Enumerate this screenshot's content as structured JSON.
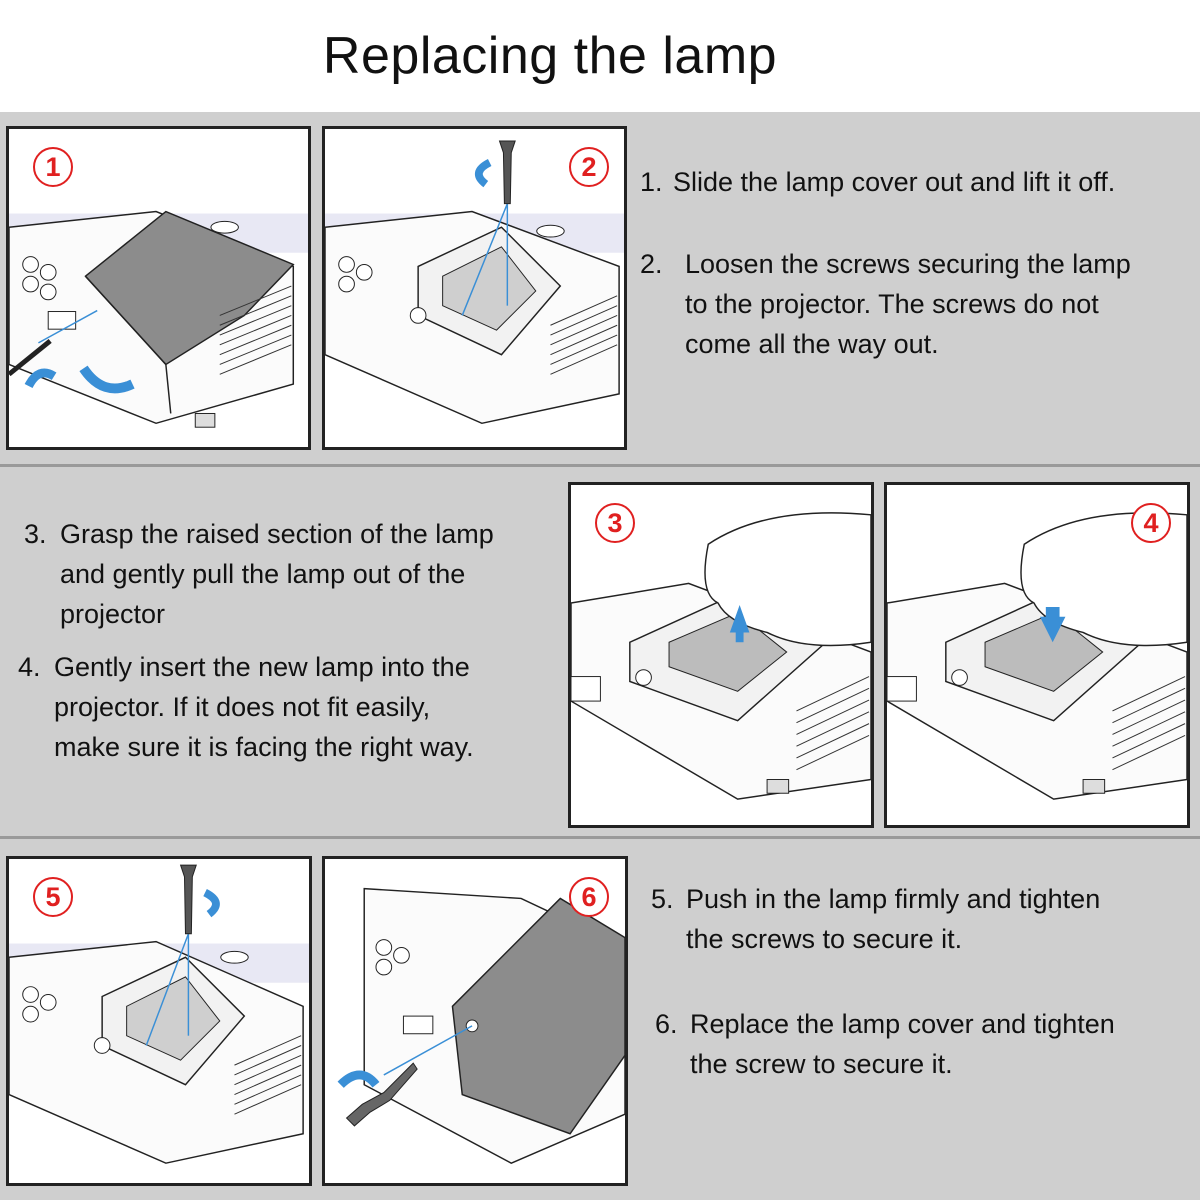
{
  "title": "Replacing the lamp",
  "panels": [
    {
      "number": "1"
    },
    {
      "number": "2"
    },
    {
      "number": "3"
    },
    {
      "number": "4"
    },
    {
      "number": "5"
    },
    {
      "number": "6"
    }
  ],
  "steps": [
    {
      "number": "1.",
      "lines": [
        "Slide the lamp cover out and lift it off."
      ]
    },
    {
      "number": "2.",
      "lines": [
        "Loosen the screws securing the lamp",
        "to the projector. The screws do not",
        "come all the way out."
      ]
    },
    {
      "number": "3.",
      "lines": [
        "Grasp the raised section of the lamp",
        "and gently pull the lamp out of the",
        "projector"
      ]
    },
    {
      "number": "4.",
      "lines": [
        "Gently insert the new lamp into the",
        "projector. If it does not fit easily,",
        "make sure it is facing the right way."
      ]
    },
    {
      "number": "5.",
      "lines": [
        "Push in the lamp firmly and tighten",
        "the screws to secure it."
      ]
    },
    {
      "number": "6.",
      "lines": [
        "Replace the lamp cover and tighten",
        "the screw to secure it."
      ]
    }
  ],
  "colors": {
    "badge": "#e02020",
    "arrow": "#3a8fd6",
    "background": "#cfcfcf"
  }
}
